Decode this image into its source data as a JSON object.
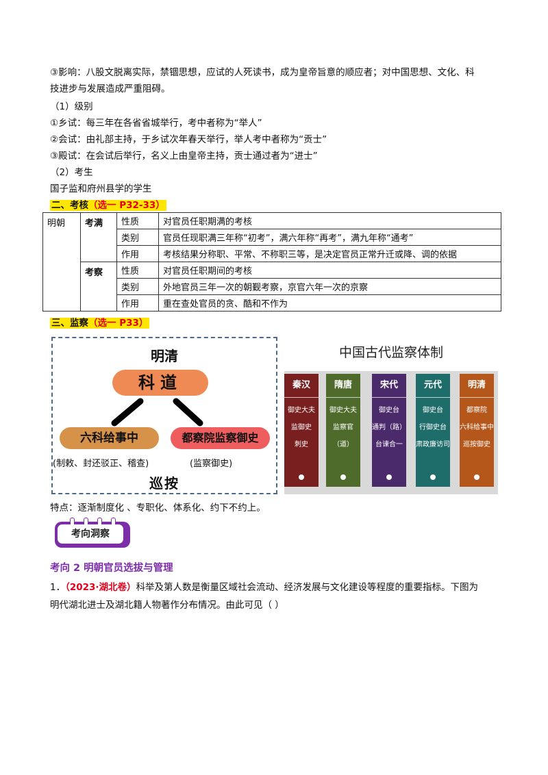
{
  "paragraphs": {
    "p1": "③影响：八股文脱离实际，禁锢思想，应试的人死读书，成为皇帝旨意的顺应者；对中国思想、文化、科",
    "p2": "技进步与发展造成严重阻碍。",
    "p3": "（1）级别",
    "p4": "①乡试：每三年在各省省城举行，考中者称为“举人”",
    "p5": "②会试：由礼部主持，于乡试次年春天举行，举人考中者称为“贡士”",
    "p6": "③殿试：在会试后举行，名义上由皇帝主持，贡士通过者为“进士”",
    "p7": "（2）考生",
    "p8": "国子监和府州县学的学生"
  },
  "section2": {
    "label": "二、考核",
    "ref": "（选一 P32-33）"
  },
  "table": {
    "dynasty": "明朝",
    "groups": [
      {
        "name": "考满",
        "rows": [
          {
            "k": "性质",
            "v": "对官员任职期满的考核"
          },
          {
            "k": "类别",
            "v": "官员任现职满三年称“初考”，满六年称“再考”，满九年称“通考”"
          },
          {
            "k": "作用",
            "v": "考核结果分称职、平常、不称职三等，是决定官员正常升迁或降、调的依据"
          }
        ]
      },
      {
        "name": "考察",
        "rows": [
          {
            "k": "性质",
            "v": "对官员任职期间的考核"
          },
          {
            "k": "类别",
            "v": "外地官员三年一次的朝觐考察，京官六年一次的京察"
          },
          {
            "k": "作用",
            "v": "重在查处官员的贪、酷和不作为"
          }
        ]
      }
    ]
  },
  "section3": {
    "label": "三、监察",
    "ref": "（选一 P33）"
  },
  "diagram_left": {
    "title": "明清",
    "center": "科道",
    "left": "六科给事中",
    "left_sub": "(制敕、封还驳正、稽查)",
    "right": "都察院监察御史",
    "right_sub": "(监察御史)",
    "bottom": "巡按"
  },
  "diagram_right": {
    "title": "中国古代监察体制",
    "columns": [
      {
        "head": "秦汉",
        "items": [
          "御史大夫",
          "监御史",
          "刺史"
        ],
        "color": "#7a1f1f"
      },
      {
        "head": "隋唐",
        "items": [
          "御史大夫",
          "监察官",
          "（道）"
        ],
        "color": "#4e6b2c"
      },
      {
        "head": "宋代",
        "items": [
          "御史台",
          "通判（路）",
          "台谏合一"
        ],
        "color": "#4b2a6b"
      },
      {
        "head": "元代",
        "items": [
          "御史台",
          "行御史台",
          "肃政廉访司"
        ],
        "color": "#1f6d6b"
      },
      {
        "head": "明清",
        "items": [
          "都察院",
          "六科给事中",
          "巡按御史"
        ],
        "color": "#b5571a"
      }
    ]
  },
  "feature": "特点：逐渐制度化 、专职化、体系化、约下不约上。",
  "badge": "考向洞察",
  "kaoxiang": "考向 2   明朝官员选拔与管理",
  "question": {
    "num": "1．",
    "src": "（2023·湖北卷）",
    "line1": "科举及第人数是衡量区域社会流动、经济发展与文化建设等程度的重要指标。下图为",
    "line2": "明代湖北进士及湖北籍人物著作分布情况。由此可见（    ）"
  }
}
